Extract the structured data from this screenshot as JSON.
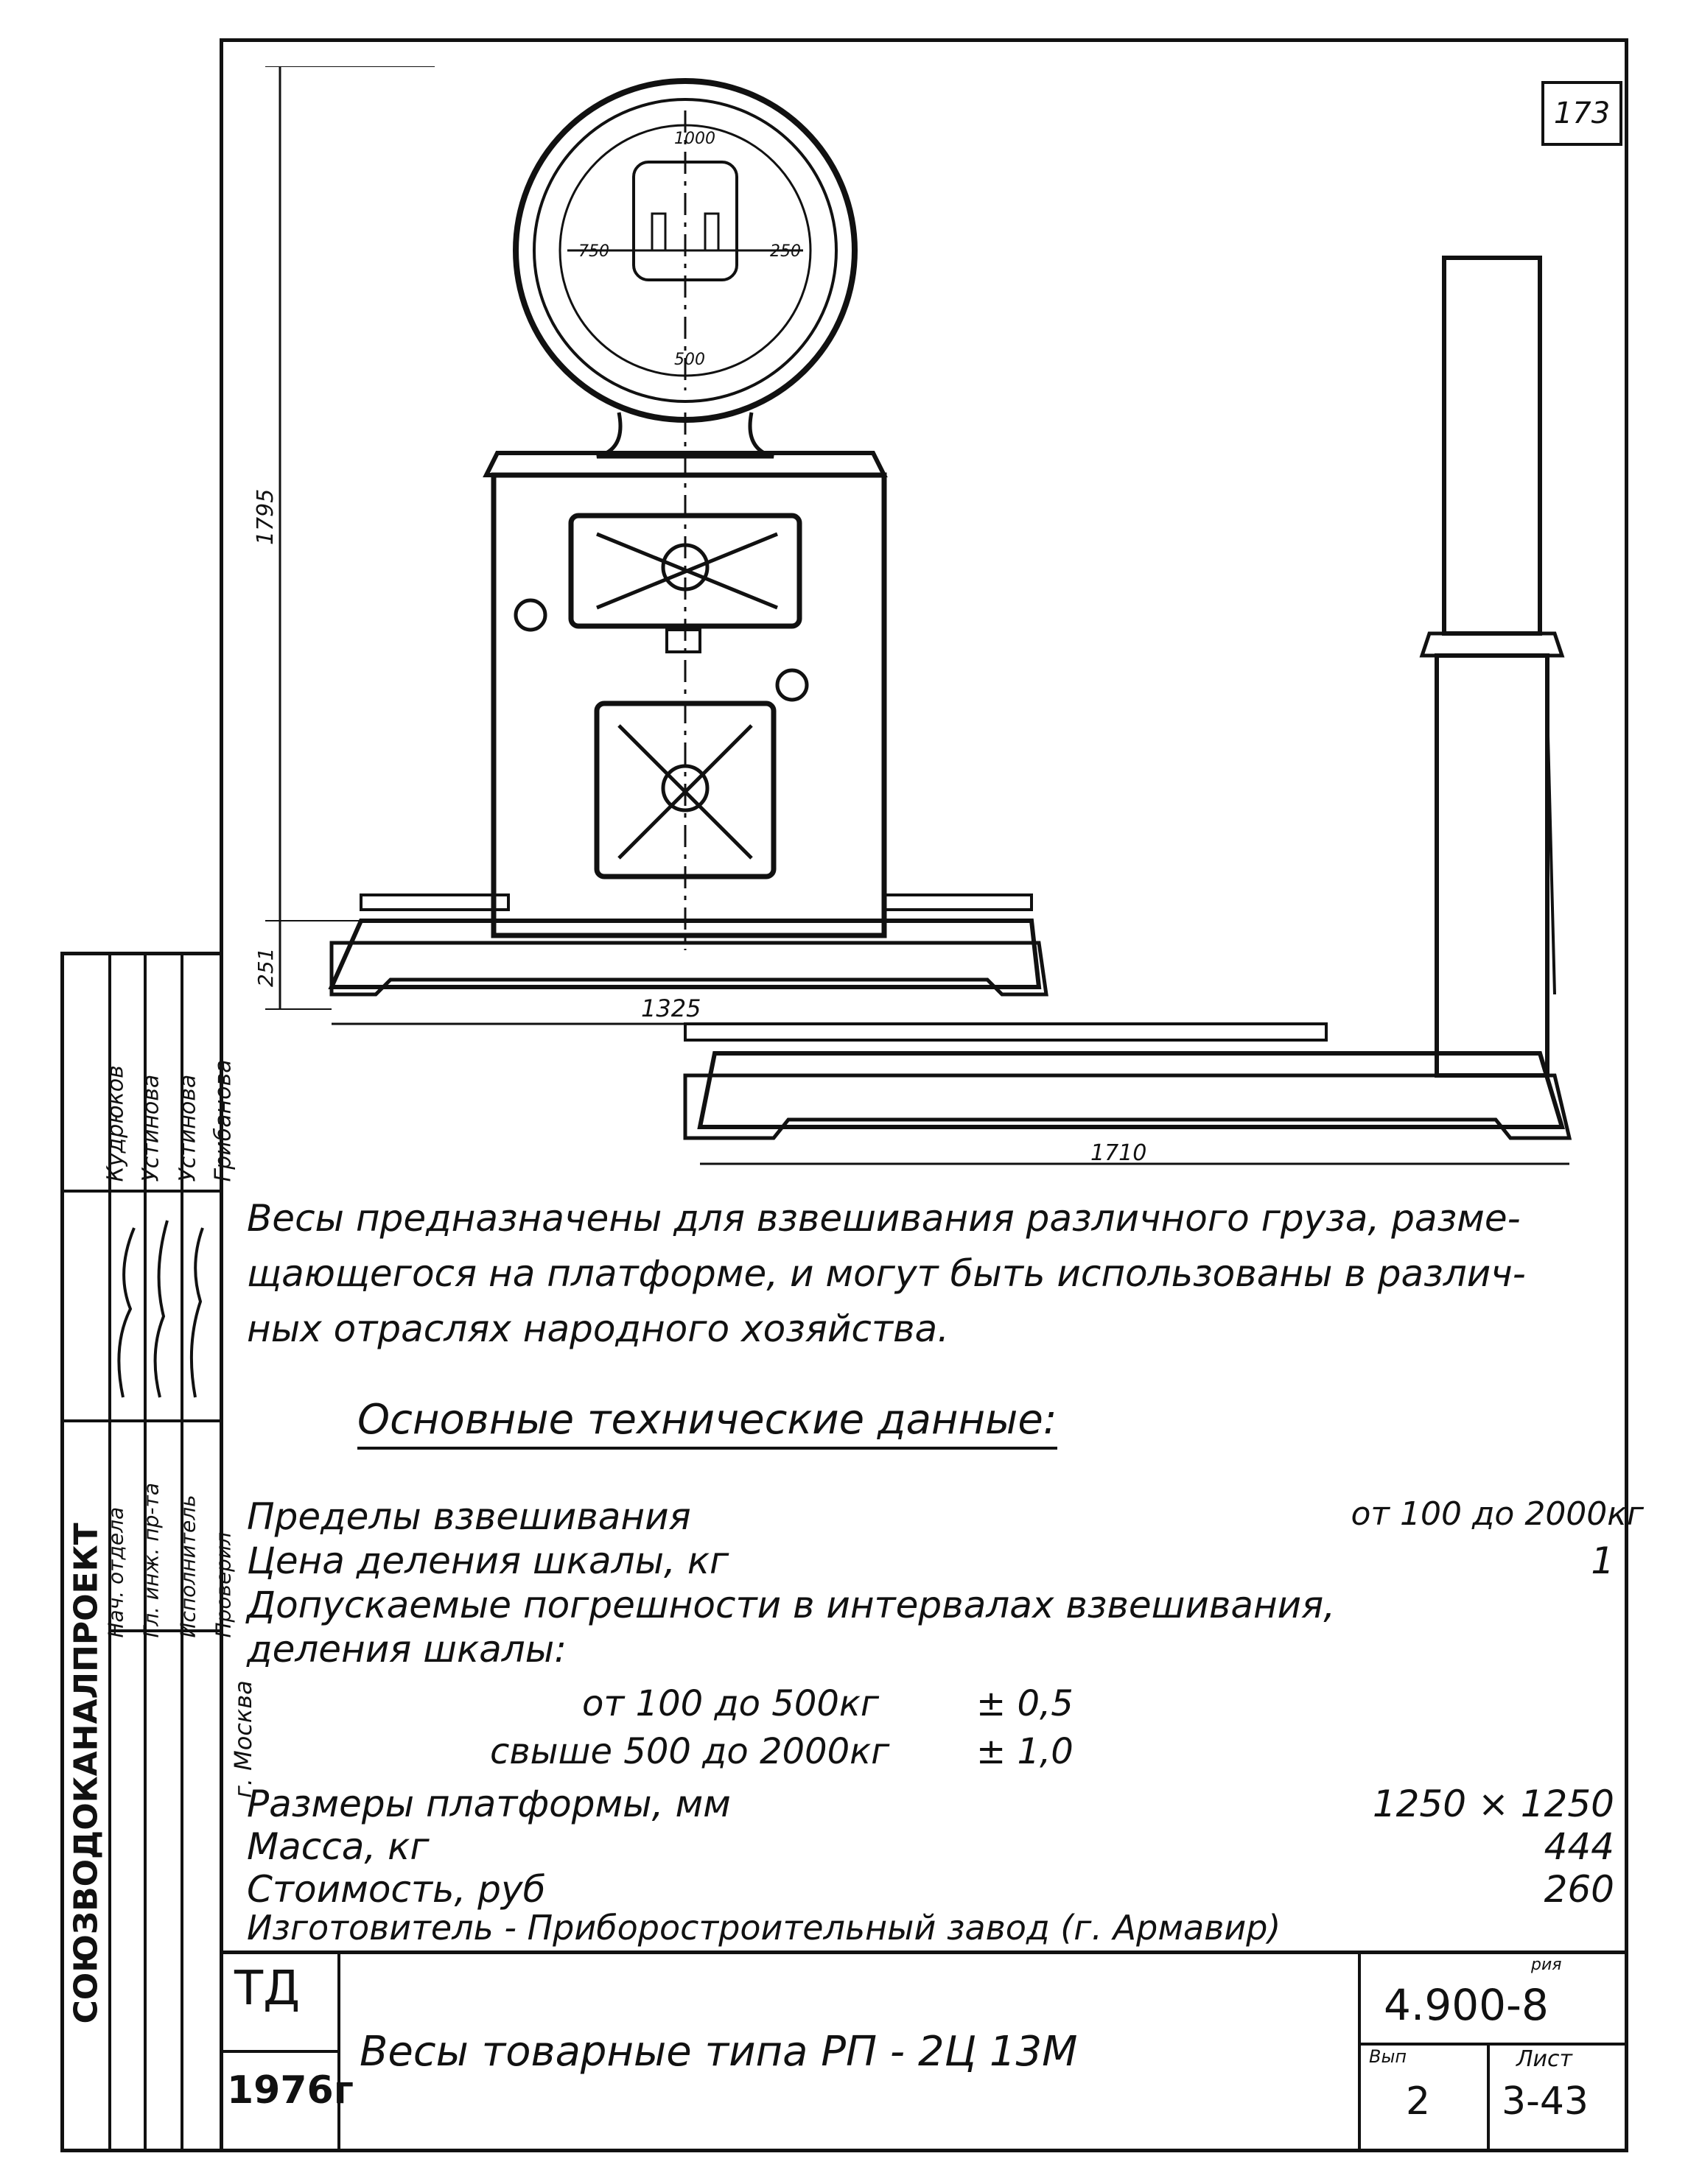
{
  "sheet": {
    "number": "173"
  },
  "drawing": {
    "dim_height_total": "1795",
    "dim_height_base": "251",
    "dim_width_front": "1325",
    "dim_width_side": "1710",
    "dial": {
      "top": "1000",
      "left": "750",
      "right": "250",
      "bottom": "500"
    }
  },
  "description": {
    "line1": "Весы предназначены для взвешивания различного груза, разме-",
    "line2": "щающегося на платформе, и могут быть использованы в различ-",
    "line3": "ных отраслях народного  хозяйства."
  },
  "specs": {
    "heading": "Основные  технические  данные:",
    "limits_label": "Пределы взвешивания",
    "limits_value": "от 100 до 2000кг",
    "division_label": "Цена деления шкалы, кг",
    "division_value": "1",
    "tolerance_label": "Допускаемые погрешности в интервалах взвешивания,",
    "tolerance_label2": "деления шкалы:",
    "tol1_range": "от 100  до 500кг",
    "tol1_value": "± 0,5",
    "tol2_range": "свыше 500  до 2000кг",
    "tol2_value": "± 1,0",
    "platform_label": "Размеры платформы, мм",
    "platform_value": "1250 × 1250",
    "mass_label": "Масса, кг",
    "mass_value": "444",
    "cost_label": "Стоимость, руб",
    "cost_value": "260",
    "maker": "Изготовитель - Приборостроительный завод (г. Армавир)"
  },
  "title_block": {
    "code": "ТД",
    "year": "1976г",
    "title": "Весы товарные  типа   РП - 2Ц 13М",
    "doc_label": "рия",
    "doc_number": "4.900-8",
    "issue_label": "Вып",
    "sheet_label": "Лист",
    "issue_value": "2",
    "sheet_value": "3-43"
  },
  "side_block": {
    "org": "СОЮЗВОДОКАНАЛПРОЕКТ",
    "city": "г. Москва",
    "roles": [
      "Нач. отдела",
      "Гл. инж. пр-та",
      "Исполнитель",
      "Проверил"
    ],
    "names": [
      "Кудрюков",
      "Устинова",
      "Устинова",
      "Грибанова"
    ]
  },
  "colors": {
    "ink": "#111111",
    "paper": "#ffffff"
  }
}
